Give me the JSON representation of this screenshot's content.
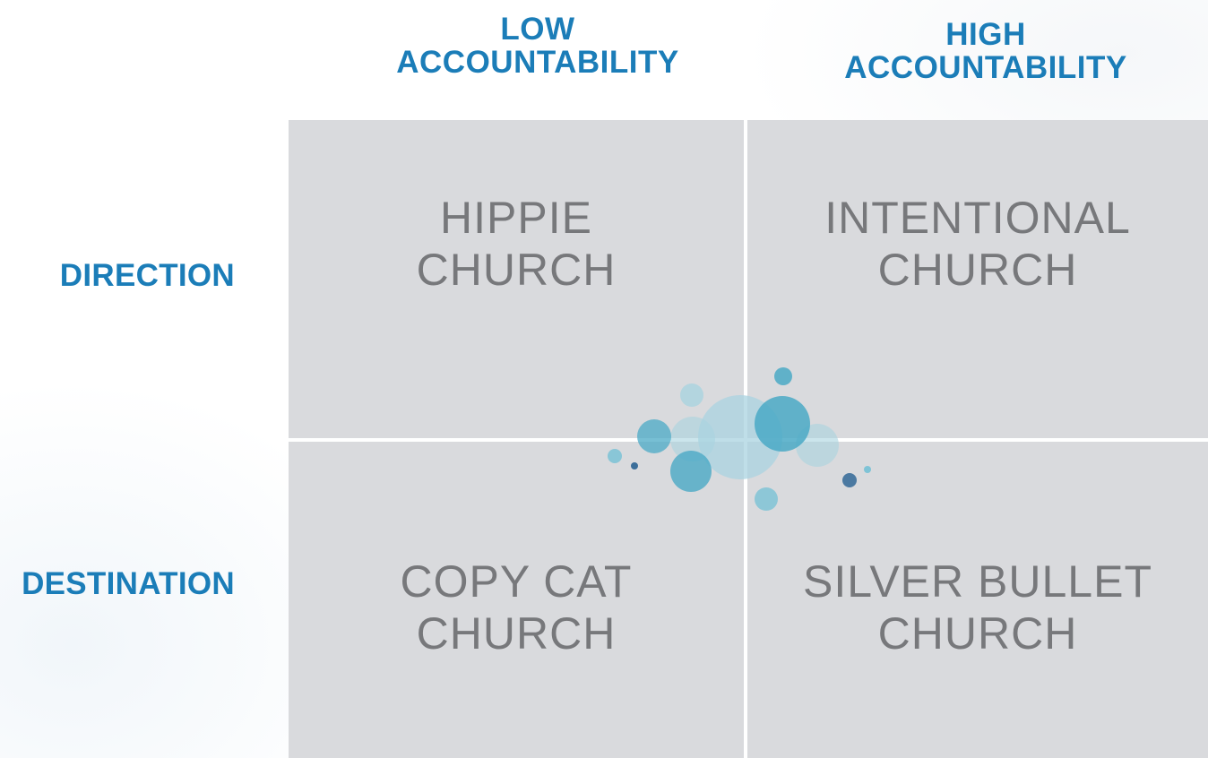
{
  "columns": {
    "low": {
      "line1": "LOW",
      "line2": "ACCOUNTABILITY"
    },
    "high": {
      "line1": "HIGH",
      "line2": "ACCOUNTABILITY"
    }
  },
  "rows": {
    "direction": "DIRECTION",
    "destination": "DESTINATION"
  },
  "quadrants": {
    "top_left": {
      "line1": "HIPPIE",
      "line2": "CHURCH"
    },
    "top_right": {
      "line1": "INTENTIONAL",
      "line2": "CHURCH"
    },
    "bottom_left": {
      "line1": "COPY CAT",
      "line2": "CHURCH"
    },
    "bottom_right": {
      "line1": "SILVER BULLET",
      "line2": "CHURCH"
    }
  },
  "colors": {
    "heading": "#1b7db8",
    "quadrant_fill": "#d9dadd",
    "quadrant_text": "#77787b",
    "bubble_light": "#7fc3d6",
    "bubble_mid": "#4aa9c6",
    "bubble_dark": "#3b6e9a"
  }
}
